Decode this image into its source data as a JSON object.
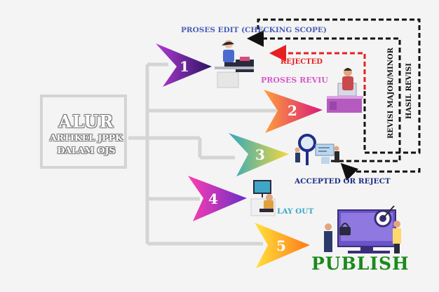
{
  "title": {
    "line1": "ALUR",
    "line2": "ARTIKEL JPPK",
    "line3": "DALAM OJS"
  },
  "steps": [
    {
      "number": "1",
      "label": "PROSES EDIT (CHECKING SCOPE)"
    },
    {
      "number": "2",
      "label": "PROSES REVIU"
    },
    {
      "number": "3",
      "label": "ACCEPTED OR REJECT"
    },
    {
      "number": "4",
      "label": "LAY OUT"
    },
    {
      "number": "5",
      "label": "PUBLISH"
    }
  ],
  "feedback": {
    "rejected": "REJECTED",
    "revisi": "REVISI MAJOR/MINOR",
    "hasil_revisi": "HASIL REVISI"
  },
  "colors": {
    "connector": "#d5d5d5",
    "step1": [
      "#3a1a7a",
      "#a02ec8"
    ],
    "step2": [
      "#ff9a3c",
      "#d8197a"
    ],
    "step3": [
      "#3fb5a8",
      "#f2d23a"
    ],
    "step4": [
      "#ff3db0",
      "#7a2ec8"
    ],
    "step5": [
      "#ffde3a",
      "#ff7a1a"
    ],
    "step_label_blue": "#4a5db8",
    "reviu_pink": "#d65ac8",
    "accepted_navy": "#1f2f86",
    "layout_teal": "#3fa6c8",
    "publish_green": "#1a8a1a",
    "rejected_red": "#e62020"
  },
  "icons": [
    "editor-desk-icon",
    "reviewer-desk-icon",
    "magnifier-team-icon",
    "layout-desk-icon",
    "publish-monitor-icon"
  ]
}
